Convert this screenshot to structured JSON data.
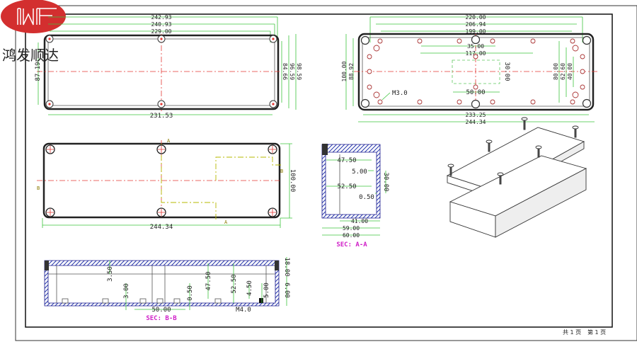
{
  "brand": {
    "name": "鸿发顺达",
    "logo_text": "HF",
    "logo_color": "#d32f2f"
  },
  "footer": {
    "pages": "共 1 页",
    "page": "第 1 页"
  },
  "top_view": {
    "width_dims": [
      "242.93",
      "240.93",
      "229.00"
    ],
    "bottom_dim": "231.53",
    "left_dim": "87.19",
    "right_dims": [
      "84.66",
      "96.59",
      "98.59"
    ]
  },
  "lid_view": {
    "width_dims": [
      "220.00",
      "206.94",
      "199.00"
    ],
    "inner_dims": [
      "35.00",
      "117.00"
    ],
    "rect_dims": [
      "30.00",
      "50.00"
    ],
    "left_dims": [
      "100.00",
      "88.92"
    ],
    "right_dims": [
      "80.00",
      "62.60",
      "40.00"
    ],
    "hole_label": "M3.0",
    "bottom_dims": [
      "233.25",
      "244.34"
    ]
  },
  "base_view": {
    "width_dim": "244.34",
    "height_dim": "100.00",
    "section_marks": [
      "A",
      "A",
      "B",
      "B"
    ]
  },
  "section_aa": {
    "title": "SEC: A-A",
    "dims": [
      "47.50",
      "5.00",
      "52.50",
      "0.50",
      "30.00"
    ],
    "bottom_dims": [
      "41.00",
      "59.00",
      "60.00"
    ]
  },
  "section_bb": {
    "title": "SEC: B-B",
    "dims": [
      "3.50",
      "3.00",
      "0.50",
      "47.50",
      "52.50",
      "4.50",
      "5.00",
      "18.00",
      "6.00"
    ],
    "bottom_dim": "50.00",
    "thread_label": "M4.0"
  }
}
